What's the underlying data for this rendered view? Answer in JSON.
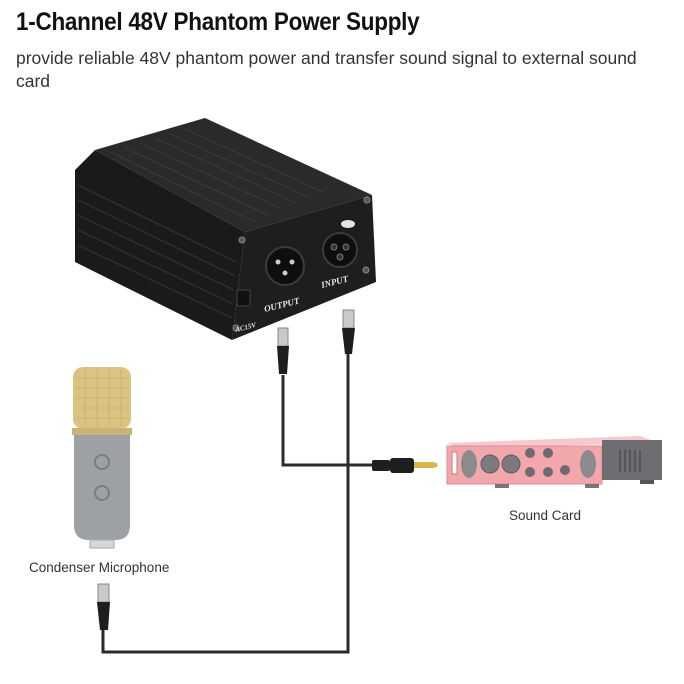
{
  "header": {
    "title": "1-Channel 48V Phantom Power Supply",
    "subtitle": "provide reliable 48V phantom power and transfer sound signal to external sound card"
  },
  "device": {
    "name": "phantom-power-supply",
    "ports": {
      "output": "OUTPUT",
      "input": "INPUT",
      "power": "AC15V"
    },
    "body_color": "#1c1c1e"
  },
  "components": {
    "microphone_label": "Condenser Microphone",
    "sound_card_label": "Sound Card",
    "sound_card_color": "#f2a7ad",
    "mic_grille_color": "#d9c484",
    "mic_body_color": "#9ea1a4",
    "cable_color": "#2b2b2b"
  }
}
